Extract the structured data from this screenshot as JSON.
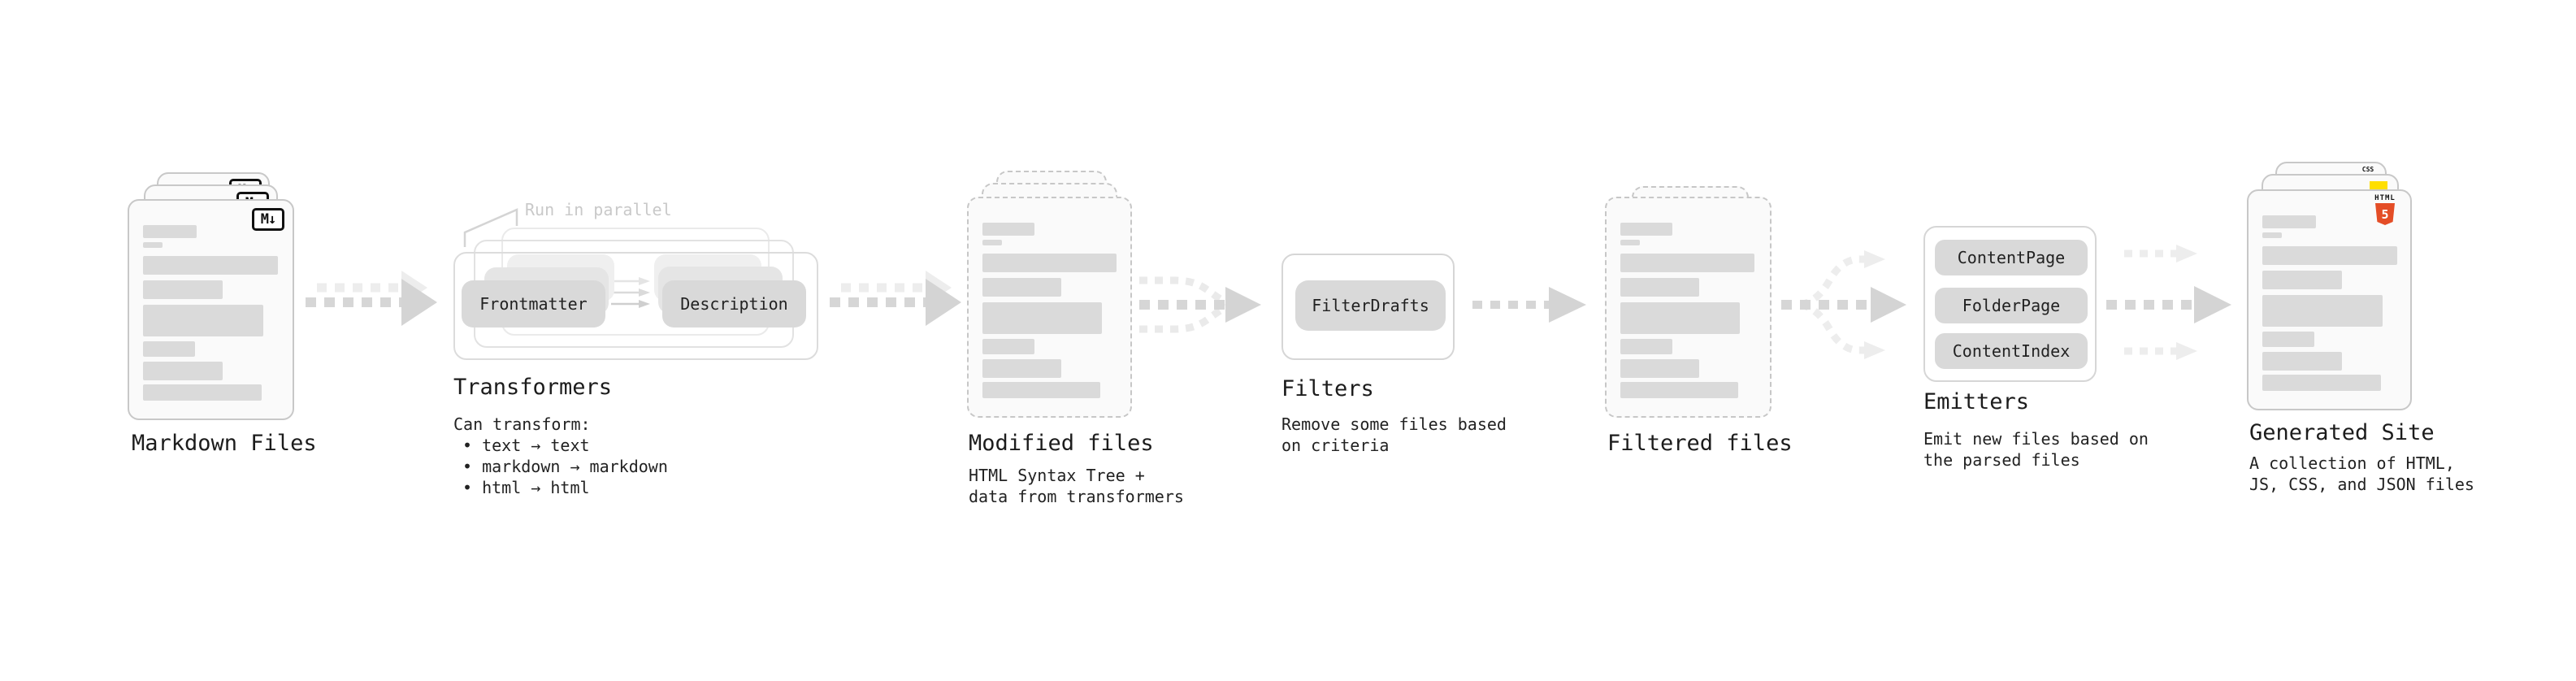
{
  "nodes": {
    "markdown_files": {
      "label": "Markdown Files",
      "file_badge": "M↓"
    },
    "transformers": {
      "label": "Transformers",
      "annotation": "Run in parallel",
      "pills": [
        "Frontmatter",
        "Description"
      ],
      "caption_lines": [
        "Can transform:",
        "• text → text",
        "• markdown → markdown",
        "• html → html"
      ]
    },
    "modified_files": {
      "label": "Modified files",
      "caption_lines": [
        "HTML Syntax Tree +",
        "data from transformers"
      ]
    },
    "filters": {
      "label": "Filters",
      "pills": [
        "FilterDrafts"
      ],
      "caption_lines": [
        "Remove some files based",
        "on criteria"
      ]
    },
    "filtered_files": {
      "label": "Filtered files"
    },
    "emitters": {
      "label": "Emitters",
      "pills": [
        "ContentPage",
        "FolderPage",
        "ContentIndex"
      ],
      "caption_lines": [
        "Emit new files based on",
        "the parsed files"
      ]
    },
    "generated_site": {
      "label": "Generated Site",
      "caption_lines": [
        "A collection of HTML,",
        "JS, CSS, and JSON files"
      ],
      "badges": {
        "css": "CSS",
        "html": "HTML",
        "html_number": "5"
      }
    }
  },
  "colors": {
    "background": "#ffffff",
    "bar_gray": "#dadada",
    "arrow_gray": "#d4d4d4",
    "arrow_light": "#ededed",
    "html5_orange": "#e44d26",
    "js_yellow": "#ffdf00",
    "css_blue": "#2965f1"
  }
}
